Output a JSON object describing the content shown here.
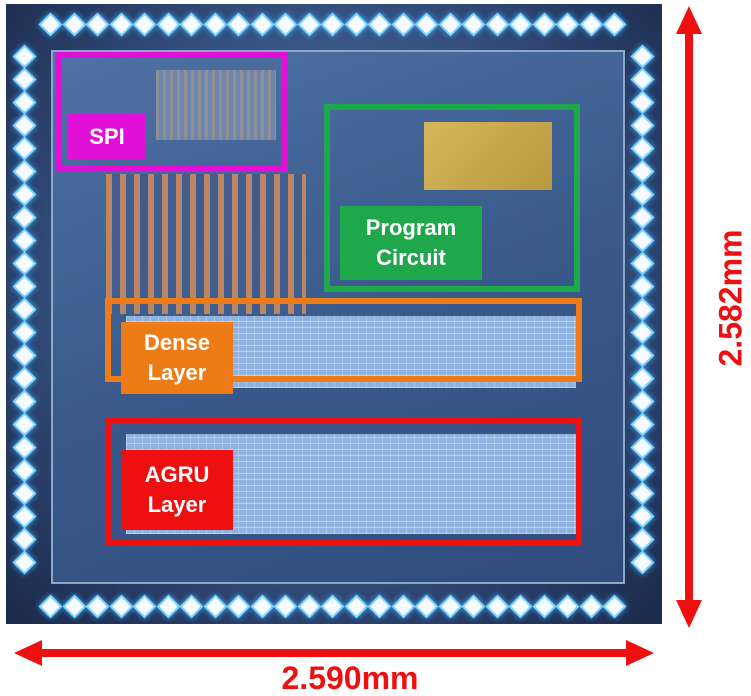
{
  "labels": {
    "spi": "SPI",
    "program_line1": "Program",
    "program_line2": "Circuit",
    "dense_line1": "Dense",
    "dense_line2": "Layer",
    "agru_line1": "AGRU",
    "agru_line2": "Layer"
  },
  "dimensions": {
    "width": "2.590mm",
    "height": "2.582mm"
  },
  "colors": {
    "spi": "#e010d8",
    "program": "#1ea84b",
    "dense": "#ee7c16",
    "agru": "#ee1010",
    "arrow": "#ee1010"
  }
}
